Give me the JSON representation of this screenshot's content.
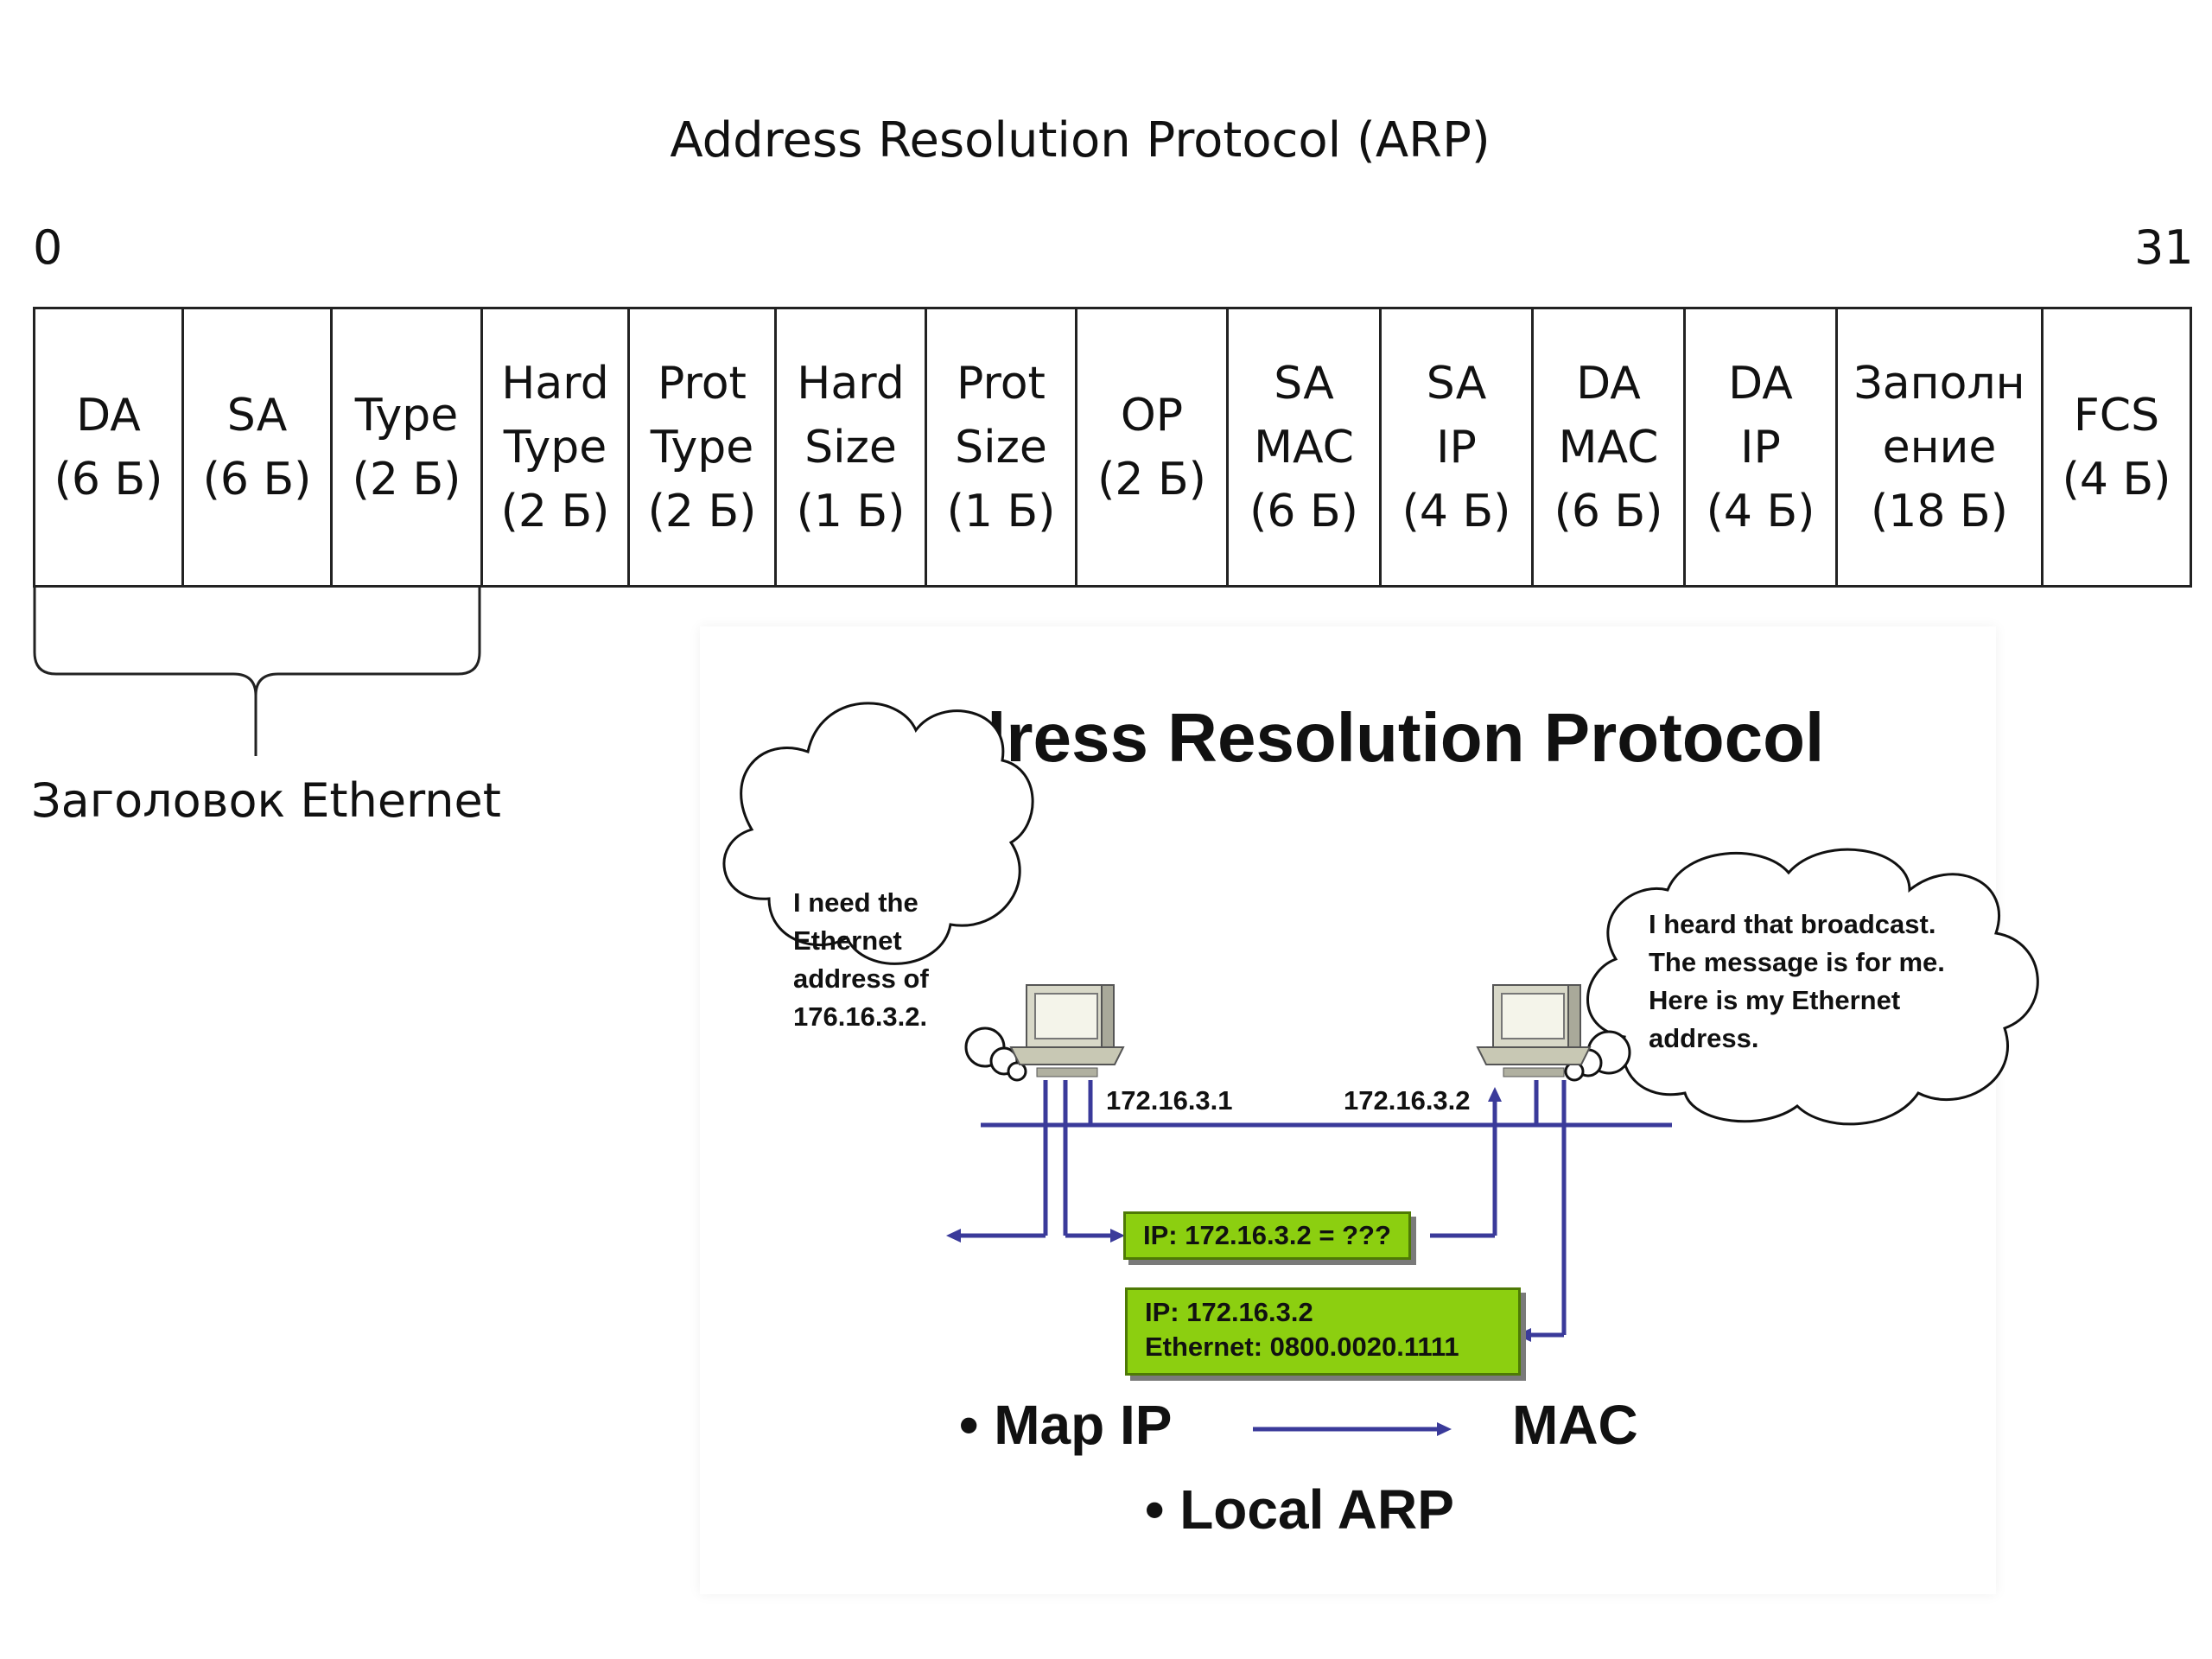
{
  "title": "Address Resolution Protocol (ARP)",
  "bit_start": "0",
  "bit_end": "31",
  "fields": [
    {
      "lines": [
        "DA",
        "(6 Б)"
      ]
    },
    {
      "lines": [
        "SA",
        "(6 Б)"
      ]
    },
    {
      "lines": [
        "Type",
        "(2 Б)"
      ]
    },
    {
      "lines": [
        "Hard",
        "Type",
        "(2 Б)"
      ]
    },
    {
      "lines": [
        "Prot",
        "Type",
        "(2 Б)"
      ]
    },
    {
      "lines": [
        "Hard",
        "Size",
        "(1 Б)"
      ]
    },
    {
      "lines": [
        "Prot",
        "Size",
        "(1 Б)"
      ]
    },
    {
      "lines": [
        "OP",
        "(2 Б)"
      ]
    },
    {
      "lines": [
        "SA",
        "MAC",
        "(6 Б)"
      ]
    },
    {
      "lines": [
        "SA",
        "IP",
        "(4 Б)"
      ]
    },
    {
      "lines": [
        "DA",
        "MAC",
        "(6 Б)"
      ]
    },
    {
      "lines": [
        "DA",
        "IP",
        "(4 Б)"
      ]
    },
    {
      "lines": [
        "Заполн",
        "ение",
        "(18 Б)"
      ]
    },
    {
      "lines": [
        "FCS",
        "(4 Б)"
      ]
    }
  ],
  "ethernet_header_label": "Заголовок Ethernet",
  "figure": {
    "title": "Address Resolution Protocol",
    "left_cloud": [
      "I need the",
      "Ethernet",
      "address of",
      "176.16.3.2."
    ],
    "right_cloud": [
      "I heard that broadcast.",
      "The message is for me.",
      "Here is my Ethernet",
      "address."
    ],
    "left_ip": "172.16.3.1",
    "right_ip": "172.16.3.2",
    "request_box": "IP: 172.16.3.2 = ???",
    "reply_box": [
      "IP: 172.16.3.2",
      "Ethernet: 0800.0020.1111"
    ],
    "bullet1_left": "Map IP",
    "bullet1_right": "MAC",
    "bullet2": "Local ARP",
    "colors": {
      "line": "#3a3a9a",
      "box": "#8ccf10"
    }
  }
}
